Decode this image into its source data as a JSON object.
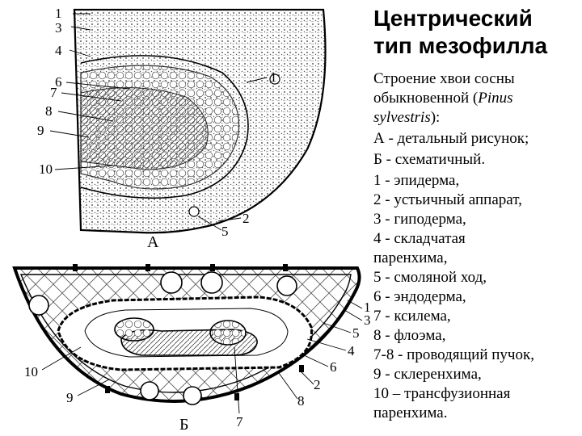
{
  "title": {
    "line1": "Центрический",
    "line2": "тип мезофилла"
  },
  "legend": {
    "intro_1": "Строение хвои сосны",
    "intro_2a": "обыкновенной (",
    "intro_2b": "Pinus",
    "intro_3a": "sylvestris",
    "intro_3b": "):",
    "fig_a": "А - детальный рисунок;",
    "fig_b": "Б - схематичный.",
    "items": [
      "1 - эпидерма,",
      "2 - устьичный аппарат,",
      "3 - гиподерма,",
      "4 - складчатая",
      "паренхима,",
      "5 - смоляной ход,",
      "6 - эндодерма,",
      "7 - ксилема,",
      "8 - флоэма,",
      "7-8 - проводящий пучок,",
      "9 - склеренхима,",
      "10 – трансфузионная",
      "паренхима."
    ]
  },
  "figure_a": {
    "caption": "А",
    "labels": [
      "1",
      "3",
      "4",
      "6",
      "7",
      "8",
      "9",
      "10",
      "1",
      "2",
      "5"
    ]
  },
  "figure_b": {
    "caption": "Б",
    "labels": [
      "1",
      "3",
      "5",
      "4",
      "6",
      "2",
      "8",
      "7",
      "9",
      "10"
    ]
  }
}
